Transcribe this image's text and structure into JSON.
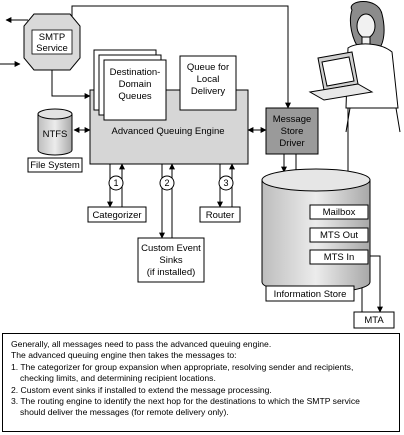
{
  "nodes": {
    "smtp_service": [
      "SMTP",
      "Service"
    ],
    "ntfs": "NTFS",
    "file_system": "File System",
    "domain_queues": [
      "Destination-",
      "Domain",
      "Queues"
    ],
    "local_queue": [
      "Queue for",
      "Local",
      "Delivery"
    ],
    "queuing_engine": "Advanced Queuing Engine",
    "store_driver": [
      "Message",
      "Store",
      "Driver"
    ],
    "categorizer": "Categorizer",
    "event_sinks": [
      "Custom Event",
      "Sinks",
      "(if installed)"
    ],
    "router": "Router",
    "mailbox": "Mailbox",
    "mts_out": "MTS Out",
    "mts_in": "MTS In",
    "information_store": "Information Store",
    "mta": "MTA"
  },
  "steps": [
    "1",
    "2",
    "3"
  ],
  "description": [
    "Generally, all messages need to pass the advanced queuing engine.",
    "The advanced queuing engine then takes the messages to:",
    "1. The categorizer for group expansion when appropriate, resolving sender and recipients,",
    "    checking limits, and determining recipient locations.",
    "2. Custom event sinks if installed to extend the message processing.",
    "3. The routing engine to identify the next hop for the destinations to which the SMTP service",
    "    should deliver the messages (for remote delivery only)."
  ]
}
